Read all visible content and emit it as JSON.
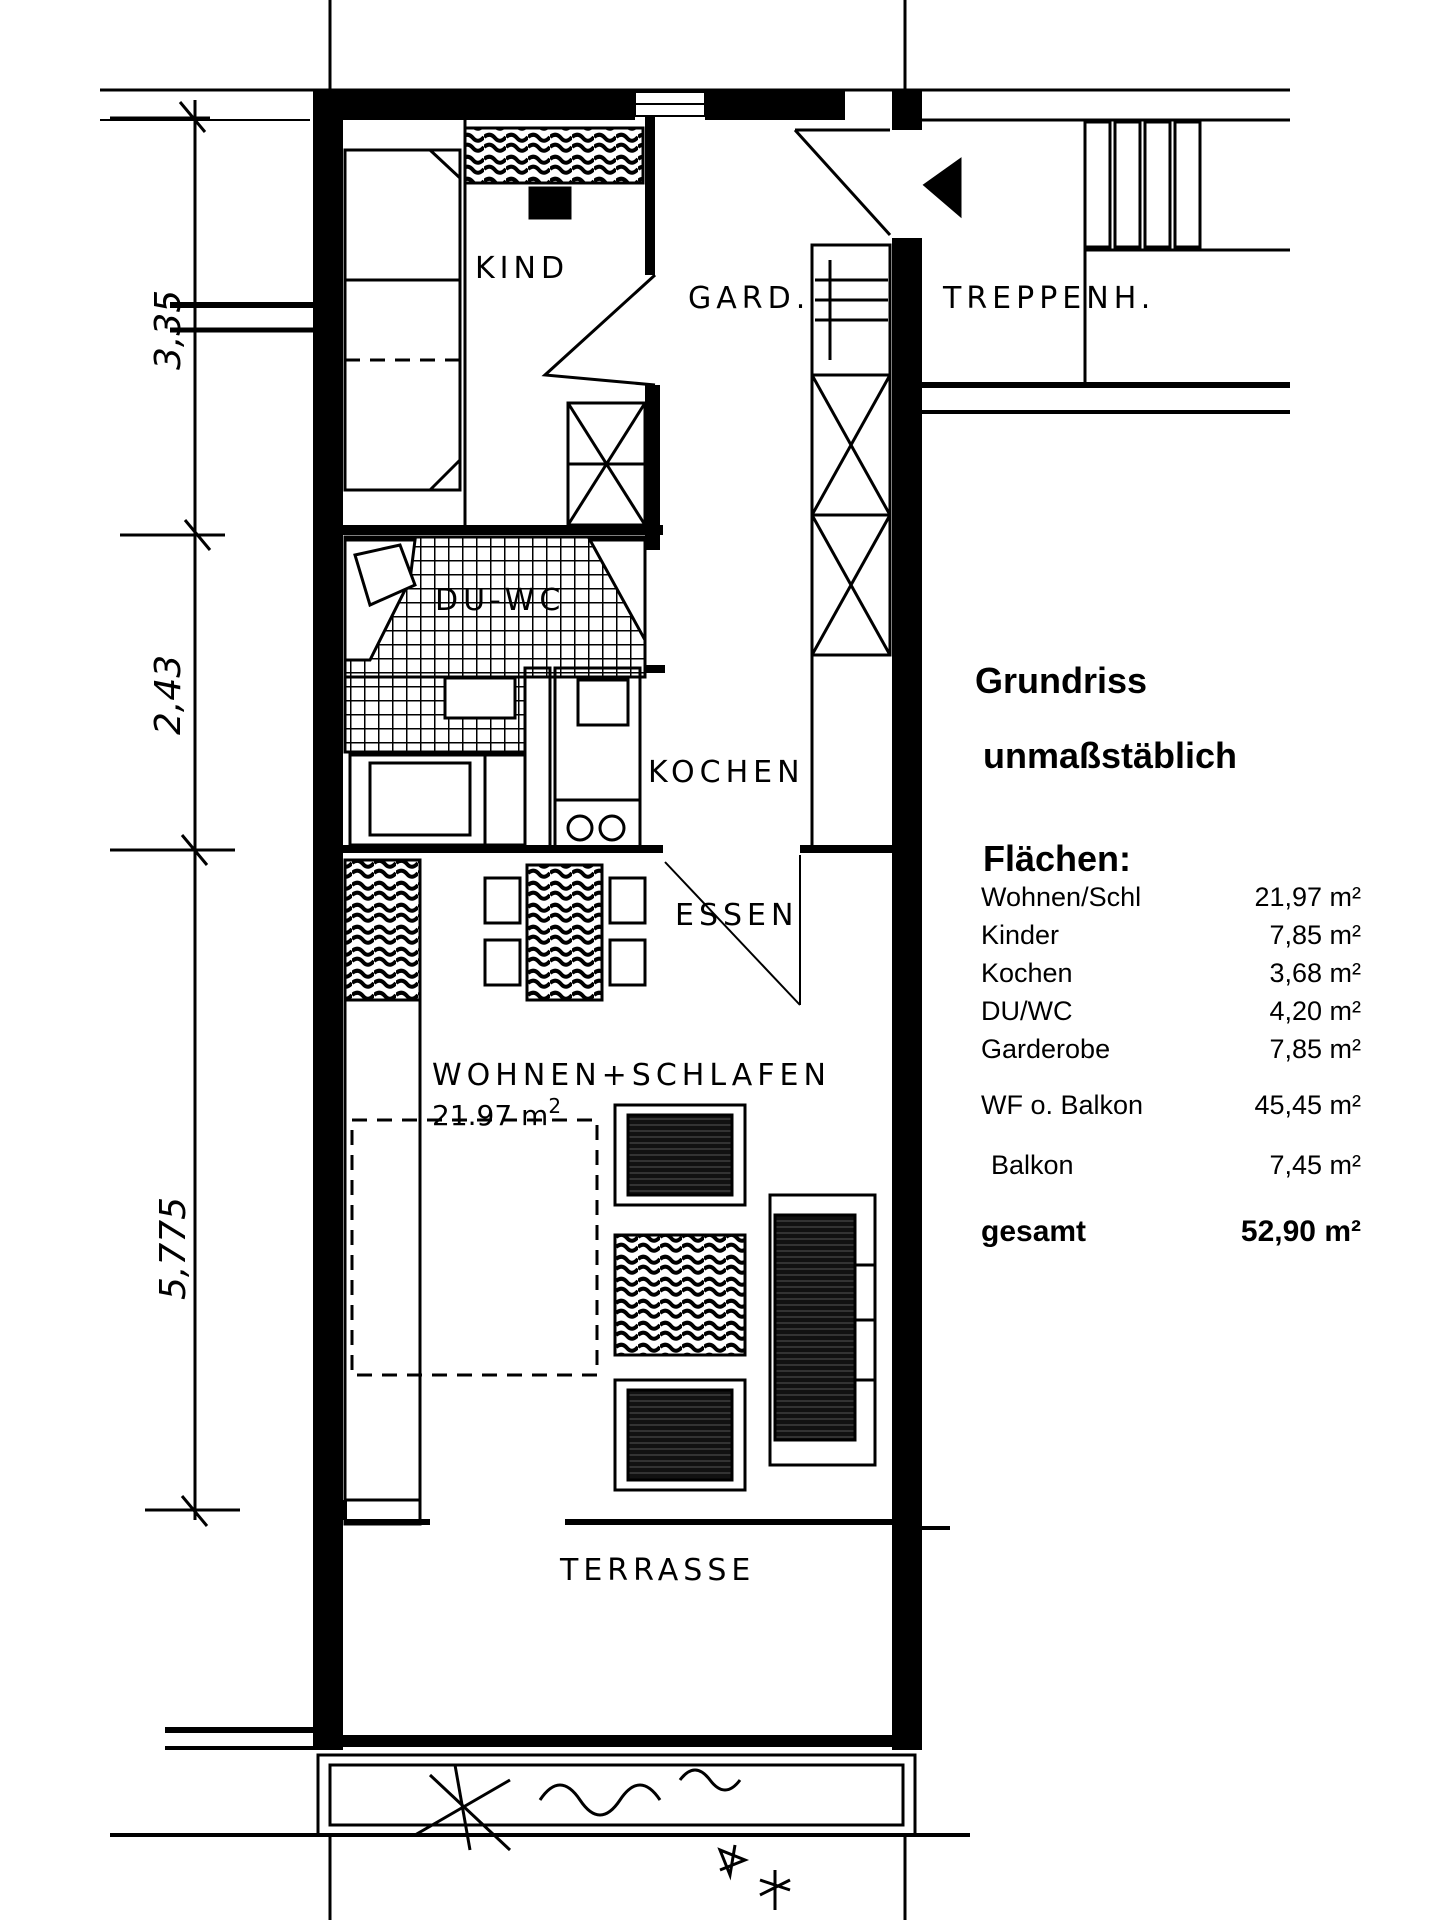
{
  "rooms": {
    "kind": "KIND",
    "gard": "GARD.",
    "treppenhaus": "TREPPENH.",
    "du_wc": "DU-WC",
    "kochen": "KOCHEN",
    "essen": "ESSEN",
    "wohnen_schlafen": "WOHNEN+SCHLAFEN",
    "wohnen_area": "21.97 m",
    "wohnen_area_sup": "2",
    "terrasse": "TERRASSE"
  },
  "dimensions": {
    "d1": "3,35",
    "d2": "2,43",
    "d3": "5,775"
  },
  "legend": {
    "title": "Grundriss",
    "subtitle": "unmaßstäblich",
    "areas_heading": "Flächen:",
    "rows": [
      {
        "label": "Wohnen/Schl",
        "value": "21,97 m²"
      },
      {
        "label": "Kinder",
        "value": "7,85 m²"
      },
      {
        "label": "Kochen",
        "value": "3,68 m²"
      },
      {
        "label": "DU/WC",
        "value": "4,20 m²"
      },
      {
        "label": "Garderobe",
        "value": "7,85 m²"
      },
      {
        "label": "WF o. Balkon",
        "value": "45,45 m²"
      },
      {
        "label": "Balkon",
        "value": "7,45 m²"
      },
      {
        "label": "gesamt",
        "value": "52,90 m²"
      }
    ]
  }
}
